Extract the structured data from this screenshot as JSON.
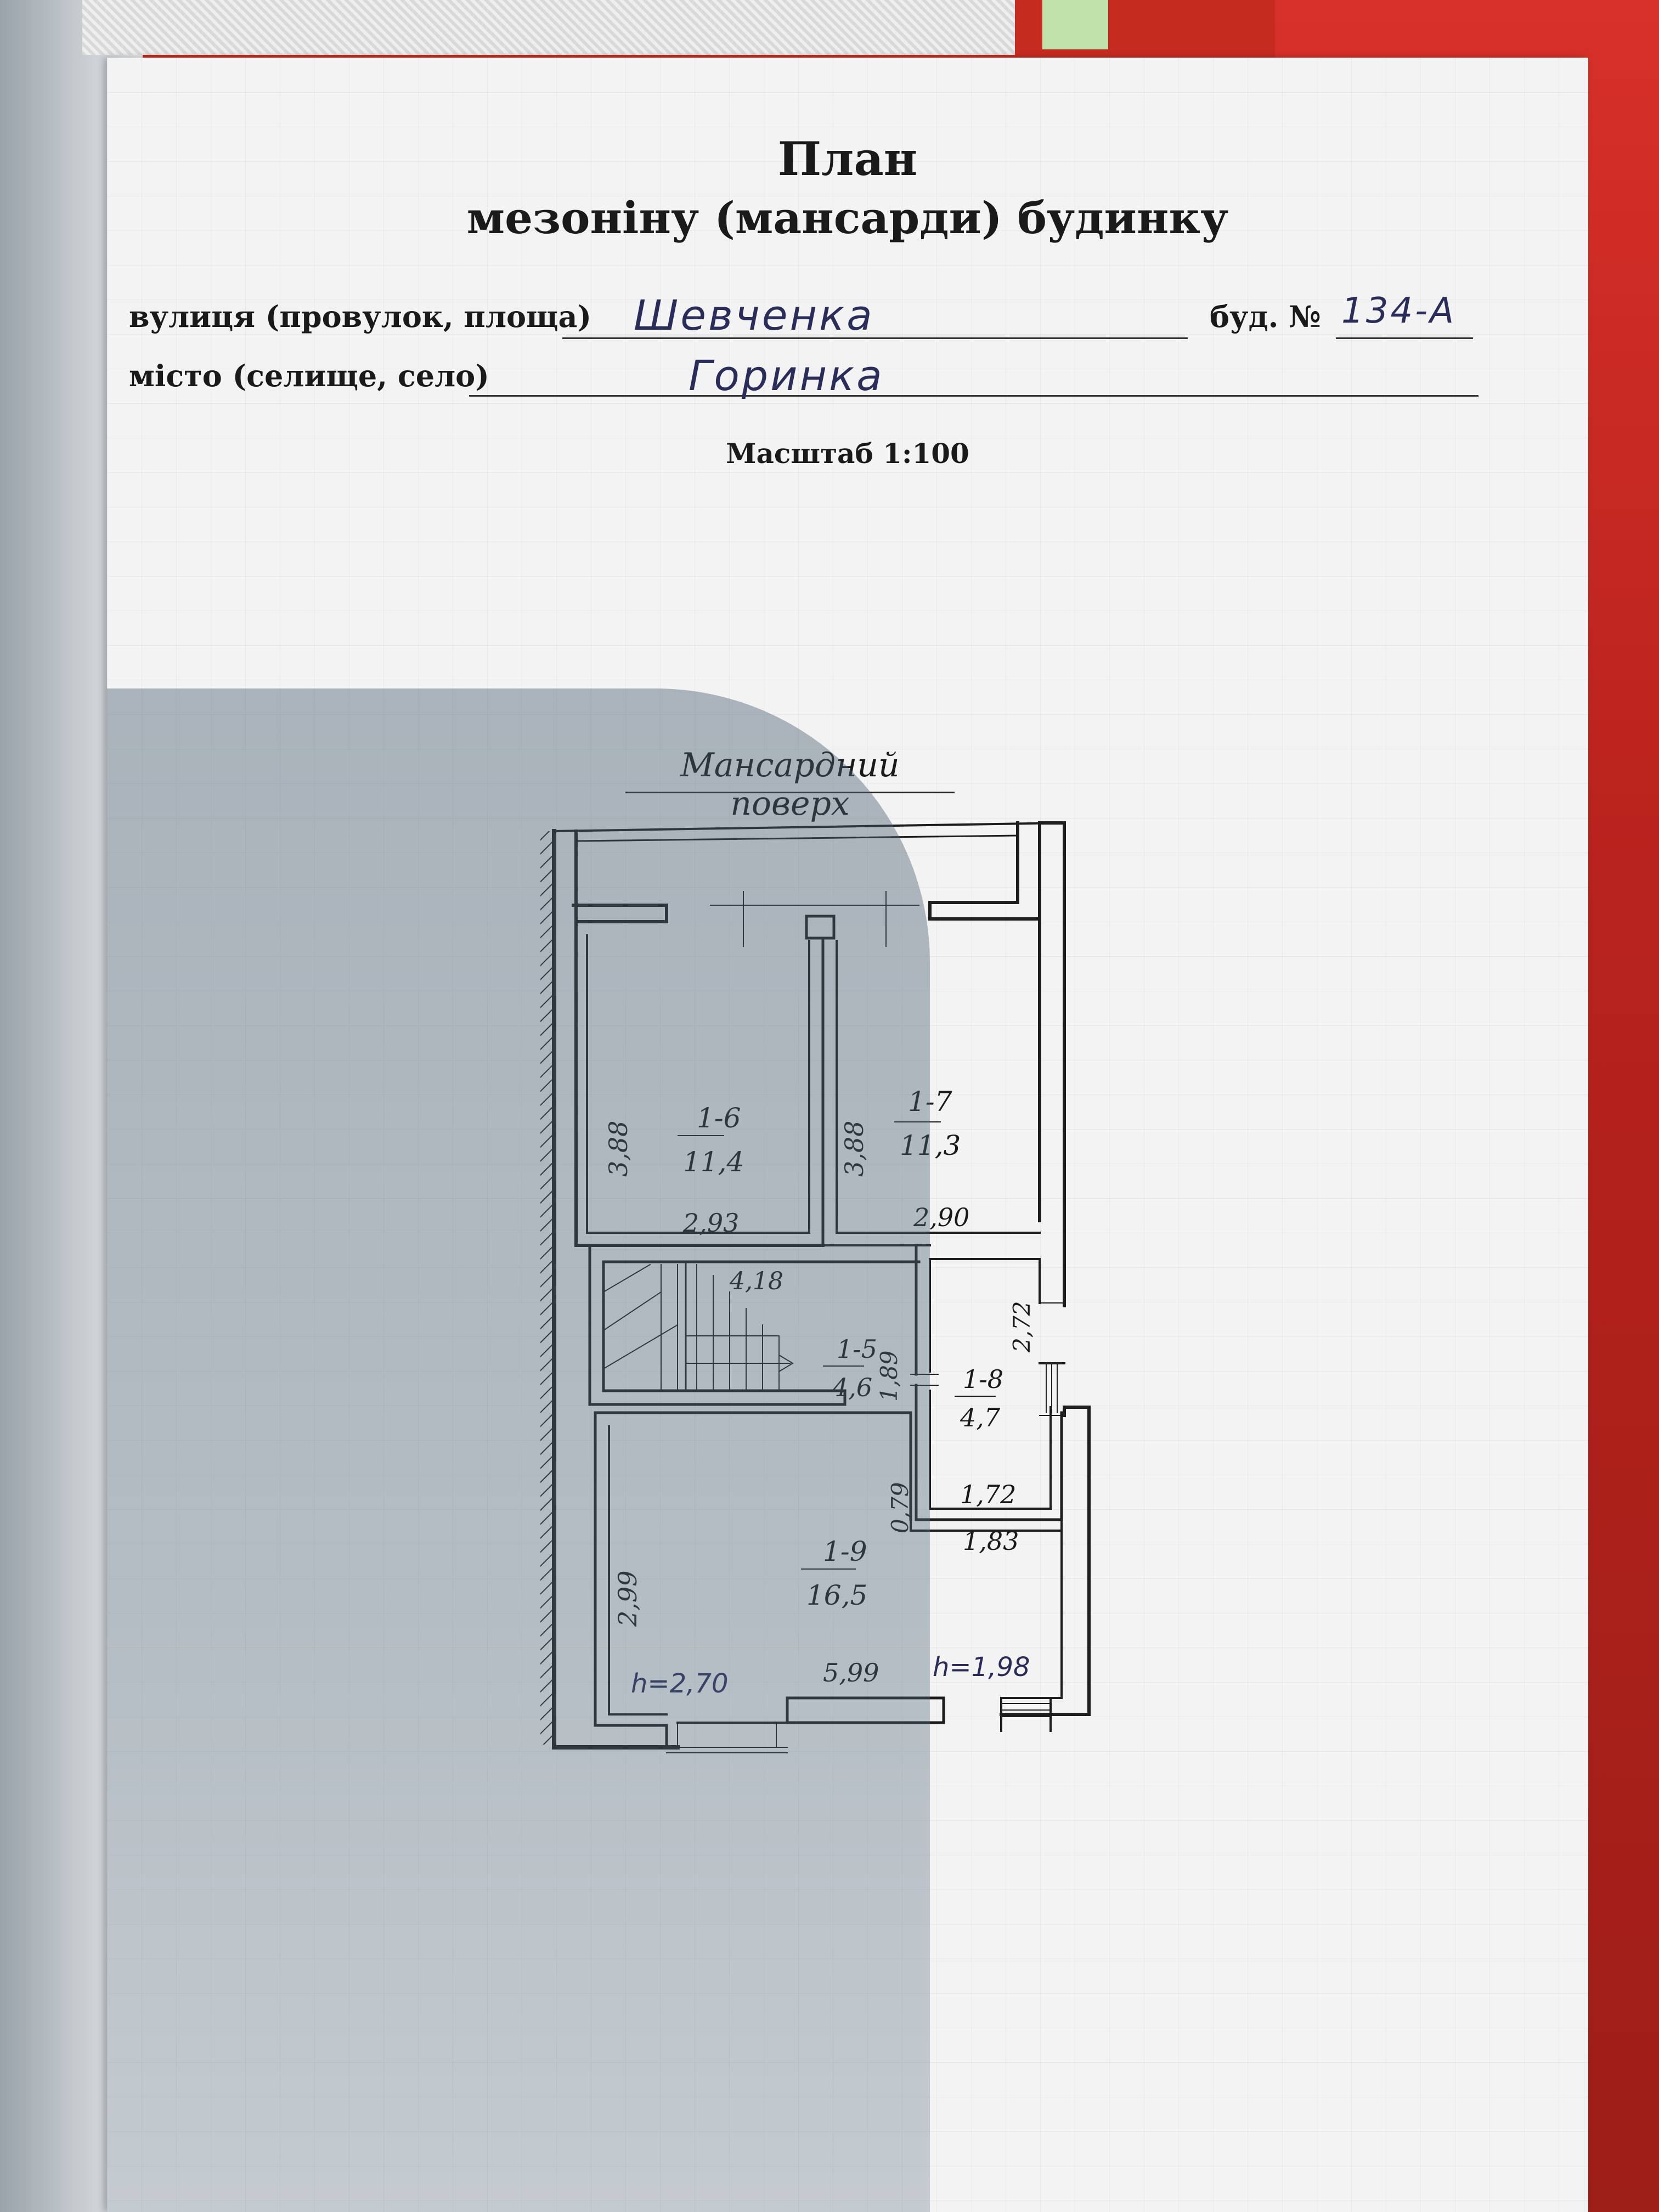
{
  "document": {
    "title_line1": "План",
    "title_line2": "мезоніну (мансарди) будинку",
    "street_label": "вулиця (провулок, площа)",
    "street_value": "Шевченка",
    "house_label": "буд. №",
    "house_value": "134-А",
    "city_label": "місто (селище, село)",
    "city_value": "Горинка",
    "scale": "Масштаб 1:100",
    "floor_title": "Мансардний поверх"
  },
  "rooms": [
    {
      "id": "1-6",
      "area": "11,4"
    },
    {
      "id": "1-7",
      "area": "11,3"
    },
    {
      "id": "1-5",
      "area": "4,6"
    },
    {
      "id": "1-8",
      "area": "4,7"
    },
    {
      "id": "1-9",
      "area": "16,5"
    }
  ],
  "dimensions": {
    "d_388_left": "3,88",
    "d_388_mid": "3,88",
    "d_293": "2,93",
    "d_290": "2,90",
    "d_418": "4,18",
    "d_189": "1,89",
    "d_272": "2,72",
    "d_172": "1,72",
    "d_079": "0,79",
    "d_183": "1,83",
    "d_299": "2,99",
    "d_599": "5,99"
  },
  "heights": {
    "h_left": "h=2,70",
    "h_right": "h=1,98"
  },
  "colors": {
    "ink": "#1a1a1a",
    "wall": "#1d1d1d",
    "handwriting": "#2a2d5a",
    "red_mark": "#c0392b"
  }
}
